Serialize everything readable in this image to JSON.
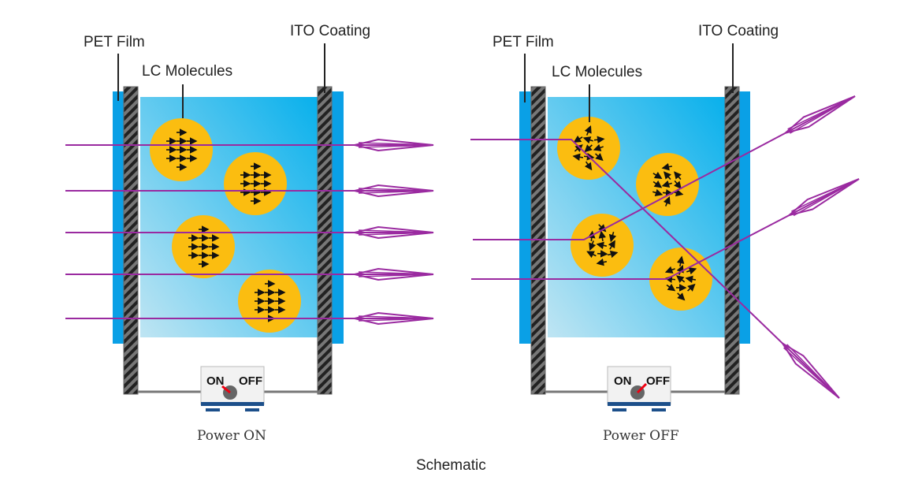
{
  "caption": "Schematic",
  "panels": [
    {
      "id": "on",
      "labels": {
        "pet": "PET Film",
        "ito": "ITO Coating",
        "lc": "LC Molecules"
      },
      "switch": {
        "on": "ON",
        "off": "OFF",
        "state": "on"
      },
      "caption": "Power ON"
    },
    {
      "id": "off",
      "labels": {
        "pet": "PET Film",
        "ito": "ITO Coating",
        "lc": "LC Molecules"
      },
      "switch": {
        "on": "ON",
        "off": "OFF",
        "state": "off"
      },
      "caption": "Power OFF"
    }
  ],
  "colors": {
    "pet": "#0aa0e6",
    "cell_light": "#b8e2f2",
    "cell_dark": "#0cb0ea",
    "droplet": "#fbbd10",
    "beam": "#9a2aa0",
    "electrode": "#444",
    "switch_base": "#1c4f8a"
  }
}
